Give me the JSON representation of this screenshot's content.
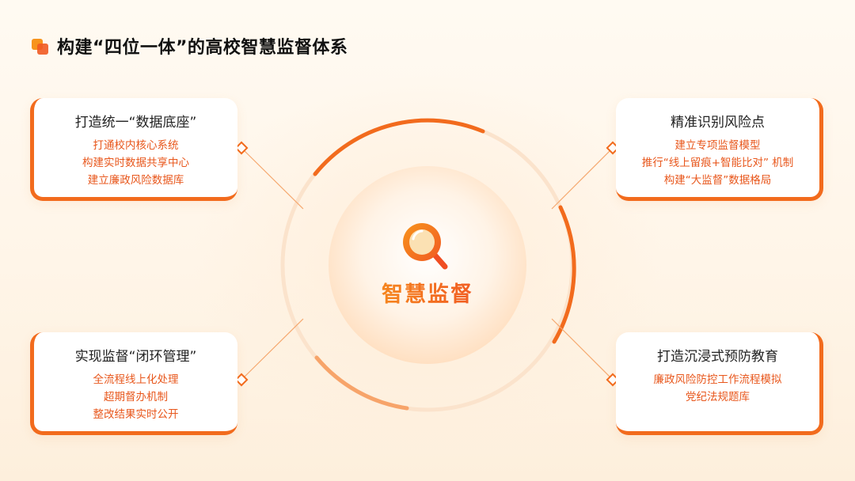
{
  "title": "构建“四位一体”的高校智慧监督体系",
  "center": {
    "label": "智慧监督",
    "icon": "magnifier-icon"
  },
  "cards": [
    {
      "title": "打造统一“数据底座”",
      "items": [
        "打通校内核心系统",
        "构建实时数据共享中心",
        "建立廉政风险数据库"
      ]
    },
    {
      "title": "精准识别风险点",
      "items": [
        "建立专项监督模型",
        "推行“线上留痕+智能比对” 机制",
        "构建“大监督”数据格局"
      ]
    },
    {
      "title": "实现监督“闭环管理”",
      "items": [
        "全流程线上化处理",
        "超期督办机制",
        "整改结果实时公开"
      ]
    },
    {
      "title": "打造沉浸式预防教育",
      "items": [
        "廉政风险防控工作流程模拟",
        "党纪法规题库"
      ]
    }
  ],
  "colors": {
    "accent": "#f26b1d",
    "accent_light": "#f7941d",
    "text": "#222222"
  }
}
